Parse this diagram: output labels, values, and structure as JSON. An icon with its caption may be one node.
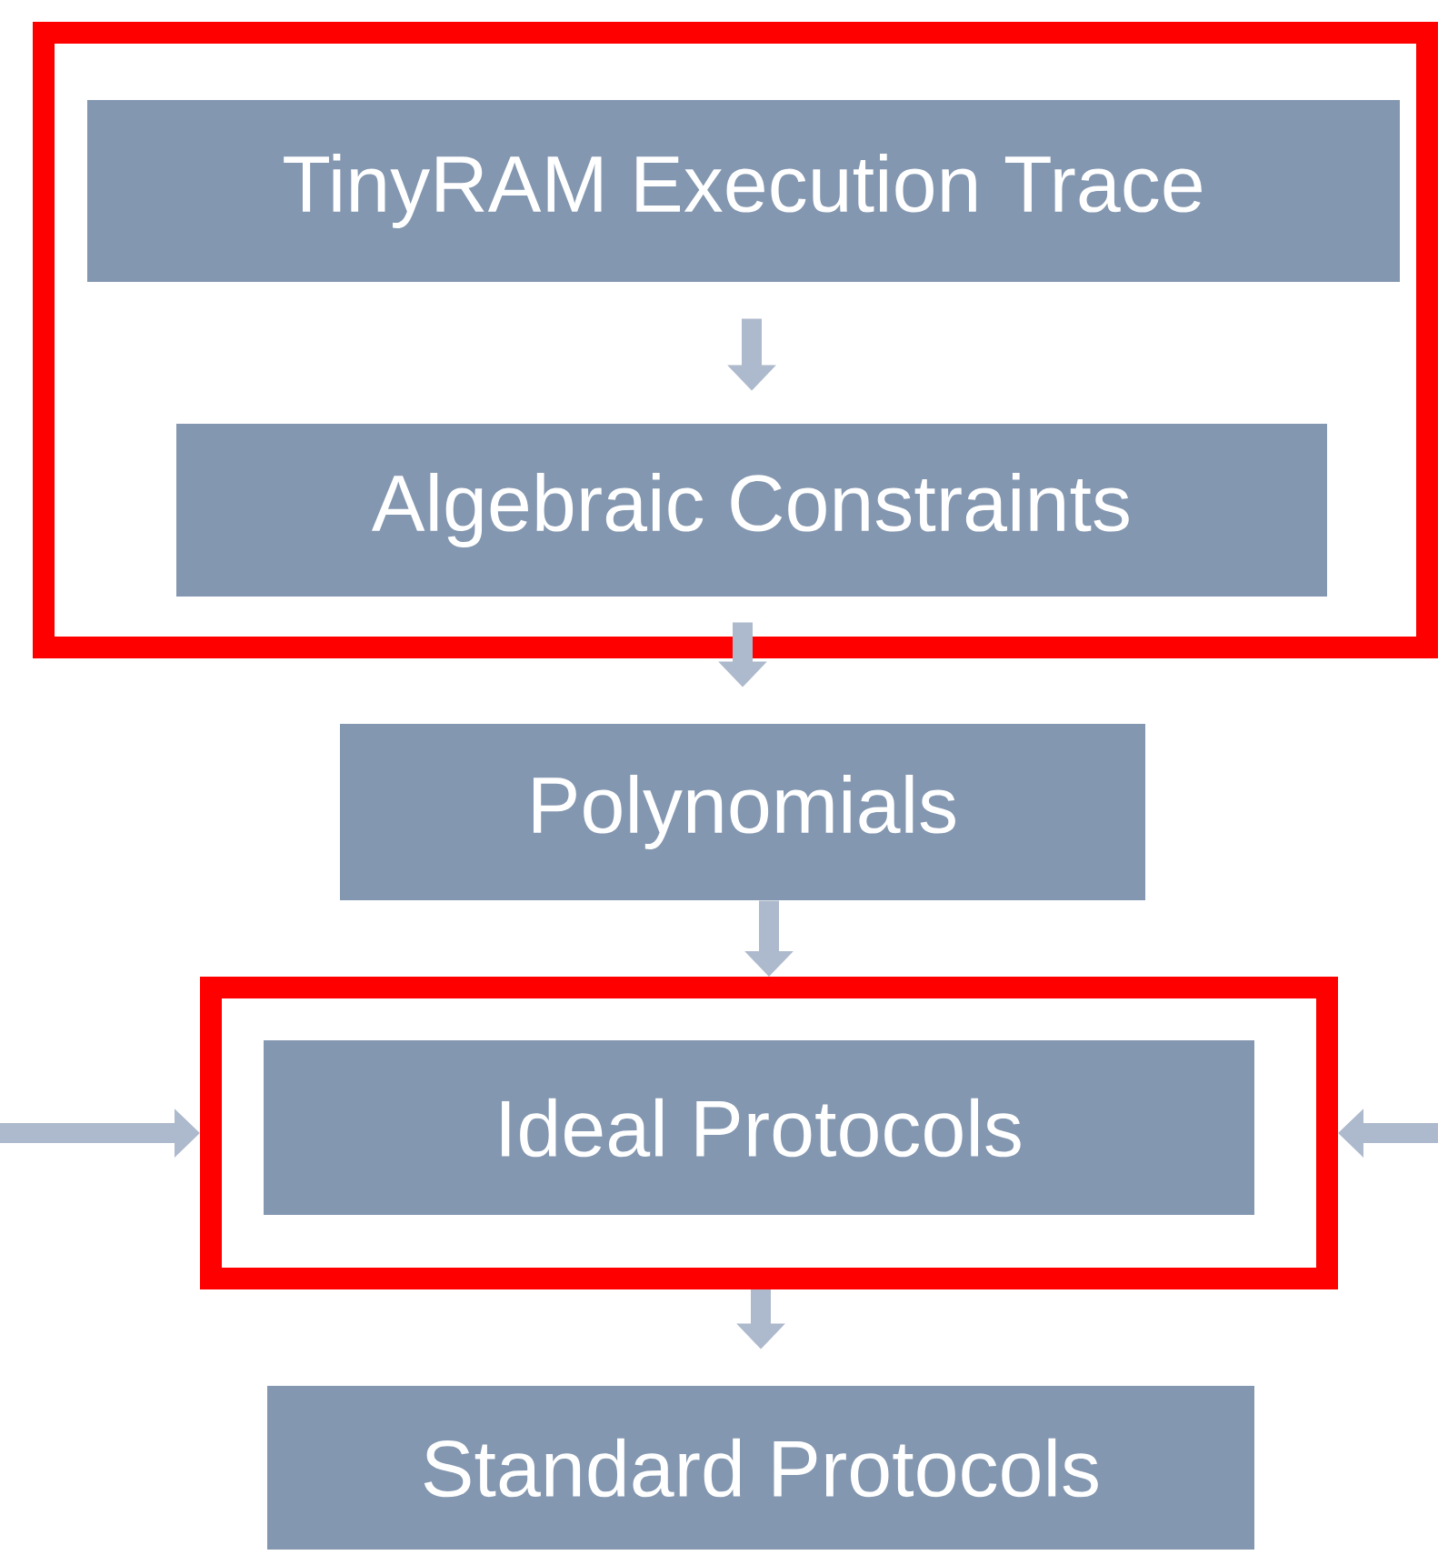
{
  "diagram": {
    "nodes": [
      {
        "text": [],
        "shape": "box"
      },
      {
        "text": [
          "TinyRAM Execution Trace"
        ],
        "in": 0
      },
      {
        "text": [
          "Algebraic Constraints"
        ],
        "in": 0
      },
      {
        "text": [
          "Polynomials"
        ]
      },
      {
        "text": [],
        "shape": "box"
      },
      {
        "text": [
          "Ideal Protocols"
        ],
        "in": 4
      },
      {
        "text": [
          "Standard Protocols"
        ]
      }
    ],
    "edges": [
      {
        "from": 1,
        "to": 2,
        "arrow": "to"
      },
      {
        "from": 2,
        "to": 3,
        "arrow": "to"
      },
      {
        "from": 3,
        "to": 4,
        "arrow": "to"
      },
      {
        "from": null,
        "to": 4,
        "arrow": "to"
      },
      {
        "from": null,
        "to": 4,
        "arrow": "to"
      },
      {
        "from": 4,
        "to": 6,
        "arrow": "to"
      }
    ]
  }
}
